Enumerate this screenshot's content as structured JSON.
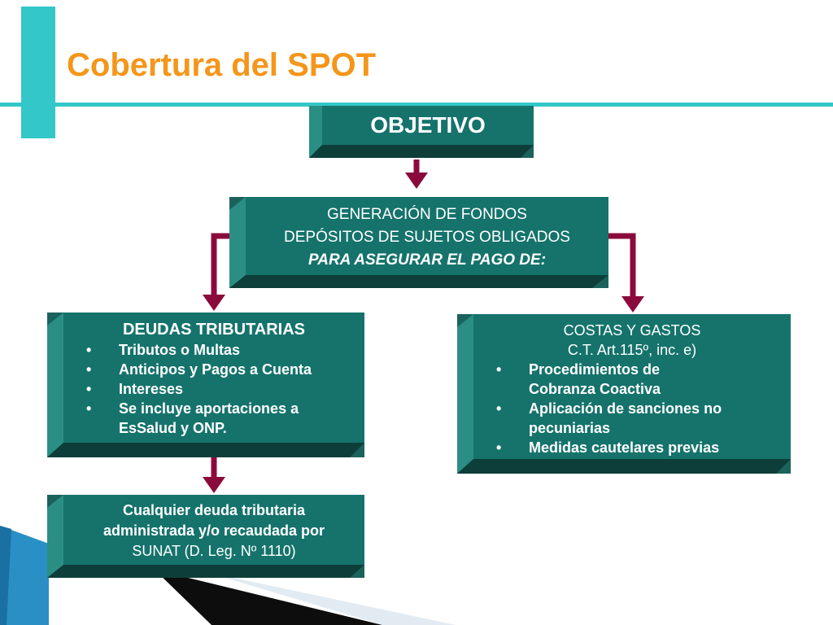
{
  "title": "Cobertura del SPOT",
  "colors": {
    "accent": "#33c7c9",
    "title": "#f4961a",
    "box_face": "#15736c",
    "arrow": "#8b0a3c"
  },
  "nodes": {
    "objetivo": {
      "label": "OBJETIVO"
    },
    "generacion": {
      "line1": "GENERACIÓN DE FONDOS",
      "line2": "DEPÓSITOS DE SUJETOS OBLIGADOS",
      "line3": "PARA ASEGURAR EL PAGO DE:"
    },
    "deudas": {
      "heading": "DEUDAS TRIBUTARIAS",
      "items": [
        "Tributos o Multas",
        "Anticipos y Pagos a Cuenta",
        "Intereses",
        "Se incluye aportaciones a EsSalud y ONP."
      ]
    },
    "costas": {
      "heading1": "COSTAS Y GASTOS",
      "heading2": "C.T. Art.115º, inc. e)",
      "items": [
        "Procedimientos de Cobranza Coactiva",
        "Aplicación de sanciones no pecuniarias",
        "Medidas cautelares previas"
      ]
    },
    "cualquier": {
      "line1": "Cualquier deuda tributaria",
      "line2": "administrada y/o recaudada por",
      "line3": "SUNAT (D. Leg. Nº 1110)"
    }
  }
}
